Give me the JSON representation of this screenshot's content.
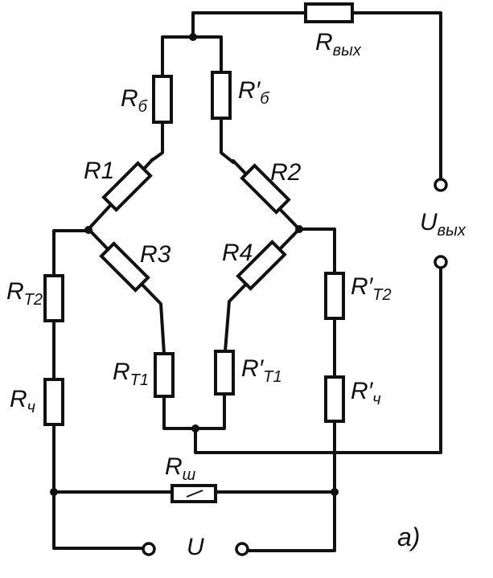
{
  "labels": {
    "r_out": {
      "main": "R",
      "sub": "вых"
    },
    "r_b": {
      "main": "R",
      "sub": "б"
    },
    "r_b_prime": {
      "main": "R",
      "sub": "б",
      "prime": "′"
    },
    "r1": "R1",
    "r2": "R2",
    "r3": "R3",
    "r4": "R4",
    "u_out": {
      "main": "U",
      "sub": "вых"
    },
    "r_t2": {
      "main": "R",
      "sub": "T2"
    },
    "r_t2_prime": {
      "main": "R",
      "sub": "T2",
      "prime": "′"
    },
    "r_t1": {
      "main": "R",
      "sub": "T1"
    },
    "r_t1_prime": {
      "main": "R",
      "sub": "T1",
      "prime": "′"
    },
    "r_ch": {
      "main": "R",
      "sub": "ч"
    },
    "r_ch_prime": {
      "main": "R",
      "sub": "ч",
      "prime": "′"
    },
    "r_sh": {
      "main": "R",
      "sub": "ш"
    },
    "u": "U",
    "figure_tag": "a)"
  }
}
